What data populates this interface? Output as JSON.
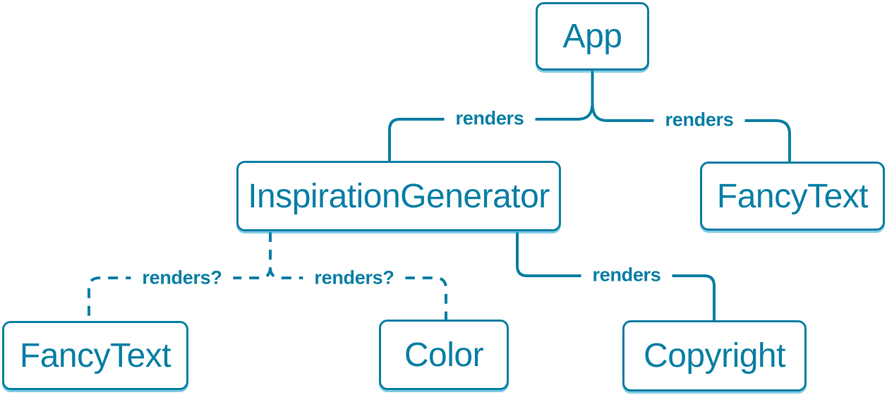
{
  "diagram": {
    "kind": "react-component-render-tree",
    "colors": {
      "accent": "#087ea4",
      "box_fill": "#ffffff",
      "box_shadow": "rgba(20,158,202,0.55)",
      "background": "#ffffff"
    },
    "nodes": {
      "app": {
        "label": "App"
      },
      "inspiration_generator": {
        "label": "InspirationGenerator"
      },
      "fancy_text_top": {
        "label": "FancyText"
      },
      "fancy_text_bottom": {
        "label": "FancyText"
      },
      "color": {
        "label": "Color"
      },
      "copyright": {
        "label": "Copyright"
      }
    },
    "edges": {
      "app_to_inspiration_generator": {
        "label": "renders",
        "style": "solid"
      },
      "app_to_fancy_text": {
        "label": "renders",
        "style": "solid"
      },
      "inspiration_generator_to_fancy_text": {
        "label": "renders?",
        "style": "dashed"
      },
      "inspiration_generator_to_color": {
        "label": "renders?",
        "style": "dashed"
      },
      "inspiration_generator_to_copyright": {
        "label": "renders",
        "style": "solid"
      }
    }
  }
}
